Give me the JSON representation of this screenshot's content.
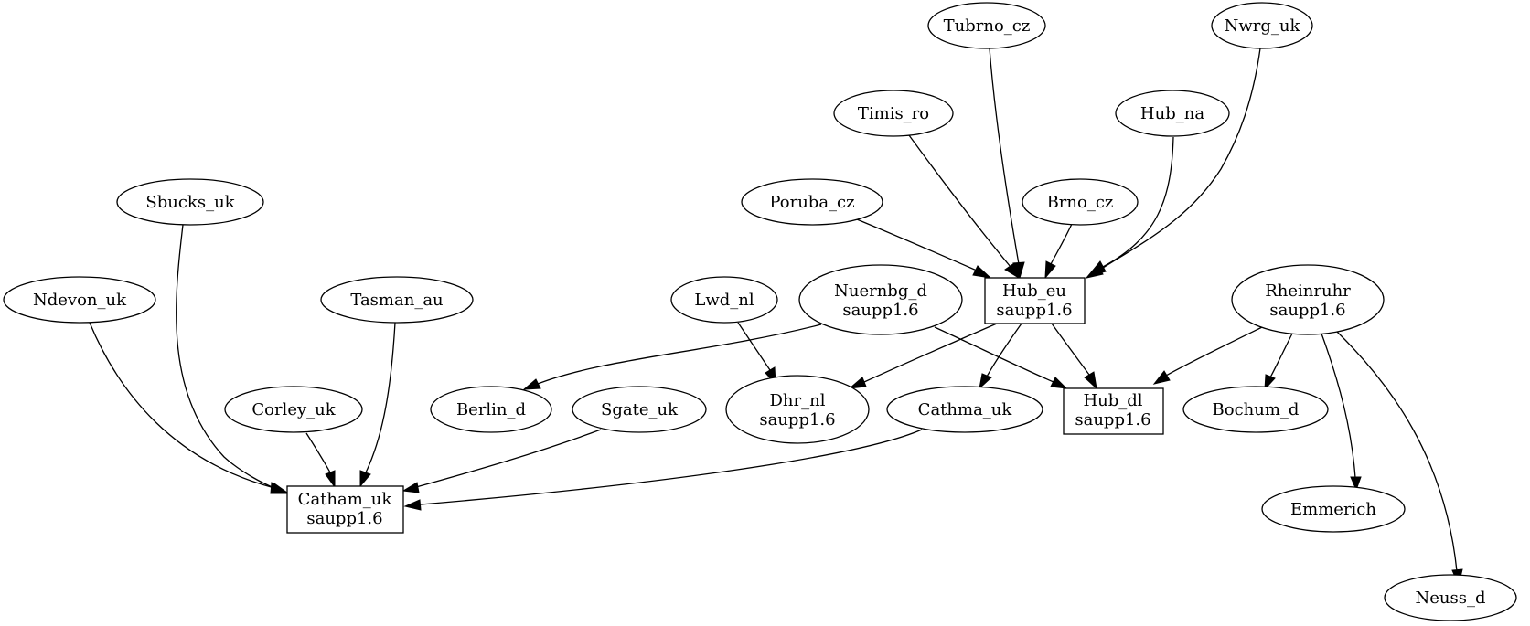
{
  "graph": {
    "nodes": {
      "tubrno_cz": {
        "line1": "Tubrno_cz"
      },
      "nwrg_uk": {
        "line1": "Nwrg_uk"
      },
      "timis_ro": {
        "line1": "Timis_ro"
      },
      "hub_na": {
        "line1": "Hub_na"
      },
      "sbucks_uk": {
        "line1": "Sbucks_uk"
      },
      "poruba_cz": {
        "line1": "Poruba_cz"
      },
      "brno_cz": {
        "line1": "Brno_cz"
      },
      "ndevon_uk": {
        "line1": "Ndevon_uk"
      },
      "tasman_au": {
        "line1": "Tasman_au"
      },
      "lwd_nl": {
        "line1": "Lwd_nl"
      },
      "nuernbg_d": {
        "line1": "Nuernbg_d",
        "line2": "saupp1.6"
      },
      "hub_eu": {
        "line1": "Hub_eu",
        "line2": "saupp1.6"
      },
      "rheinruhr": {
        "line1": "Rheinruhr",
        "line2": "saupp1.6"
      },
      "corley_uk": {
        "line1": "Corley_uk"
      },
      "berlin_d": {
        "line1": "Berlin_d"
      },
      "sgate_uk": {
        "line1": "Sgate_uk"
      },
      "dhr_nl": {
        "line1": "Dhr_nl",
        "line2": "saupp1.6"
      },
      "cathma_uk": {
        "line1": "Cathma_uk"
      },
      "hub_dl": {
        "line1": "Hub_dl",
        "line2": "saupp1.6"
      },
      "bochum_d": {
        "line1": "Bochum_d"
      },
      "catham_uk": {
        "line1": "Catham_uk",
        "line2": "saupp1.6"
      },
      "emmerich": {
        "line1": "Emmerich"
      },
      "neuss_d": {
        "line1": "Neuss_d"
      }
    },
    "edges": [
      {
        "from": "Tubrno_cz",
        "to": "Hub_eu"
      },
      {
        "from": "Nwrg_uk",
        "to": "Hub_eu"
      },
      {
        "from": "Timis_ro",
        "to": "Hub_eu"
      },
      {
        "from": "Hub_na",
        "to": "Hub_eu"
      },
      {
        "from": "Poruba_cz",
        "to": "Hub_eu"
      },
      {
        "from": "Brno_cz",
        "to": "Hub_eu"
      },
      {
        "from": "Sbucks_uk",
        "to": "Catham_uk"
      },
      {
        "from": "Ndevon_uk",
        "to": "Catham_uk"
      },
      {
        "from": "Tasman_au",
        "to": "Catham_uk"
      },
      {
        "from": "Corley_uk",
        "to": "Catham_uk"
      },
      {
        "from": "Sgate_uk",
        "to": "Catham_uk"
      },
      {
        "from": "Cathma_uk",
        "to": "Catham_uk"
      },
      {
        "from": "Lwd_nl",
        "to": "Dhr_nl"
      },
      {
        "from": "Nuernbg_d",
        "to": "Berlin_d"
      },
      {
        "from": "Nuernbg_d",
        "to": "Hub_dl"
      },
      {
        "from": "Hub_eu",
        "to": "Dhr_nl"
      },
      {
        "from": "Hub_eu",
        "to": "Cathma_uk"
      },
      {
        "from": "Hub_eu",
        "to": "Hub_dl"
      },
      {
        "from": "Rheinruhr",
        "to": "Hub_dl"
      },
      {
        "from": "Rheinruhr",
        "to": "Bochum_d"
      },
      {
        "from": "Rheinruhr",
        "to": "Emmerich"
      },
      {
        "from": "Rheinruhr",
        "to": "Neuss_d"
      }
    ]
  }
}
